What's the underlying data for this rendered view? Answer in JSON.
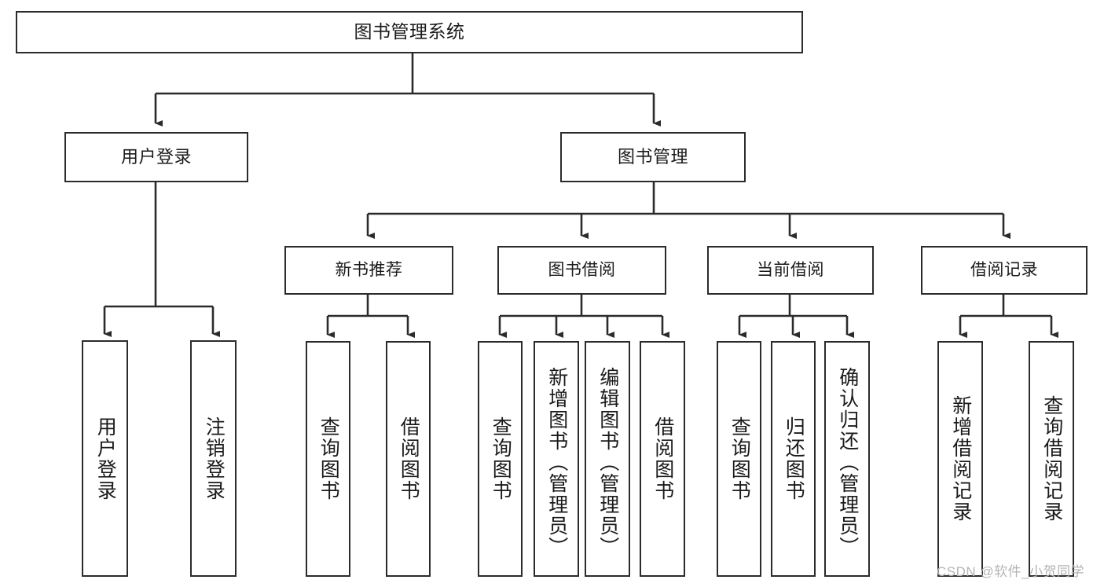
{
  "diagram": {
    "title": "图书管理系统",
    "type": "hierarchy-tree",
    "watermark": "CSDN @软件_小贺同学",
    "colors": {
      "stroke": "#2b2b2b",
      "fill": "#ffffff",
      "text": "#1a1a1a",
      "watermark": "#b4b4b4"
    },
    "root": {
      "label": "图书管理系统"
    },
    "level2": [
      {
        "label": "用户登录"
      },
      {
        "label": "图书管理"
      }
    ],
    "level3": [
      {
        "label": "新书推荐"
      },
      {
        "label": "图书借阅"
      },
      {
        "label": "当前借阅"
      },
      {
        "label": "借阅记录"
      }
    ],
    "leaves": {
      "user_login": [
        {
          "label": "用户登录"
        },
        {
          "label": "注销登录"
        }
      ],
      "new_book_recommend": [
        {
          "label": "查询图书"
        },
        {
          "label": "借阅图书"
        }
      ],
      "book_borrow": [
        {
          "label": "查询图书"
        },
        {
          "label": "新增图书（管理员）"
        },
        {
          "label": "编辑图书（管理员）"
        },
        {
          "label": "借阅图书"
        }
      ],
      "current_borrow": [
        {
          "label": "查询图书"
        },
        {
          "label": "归还图书"
        },
        {
          "label": "确认归还（管理员）"
        }
      ],
      "borrow_record": [
        {
          "label": "新增借阅记录"
        },
        {
          "label": "查询借阅记录"
        }
      ]
    }
  }
}
